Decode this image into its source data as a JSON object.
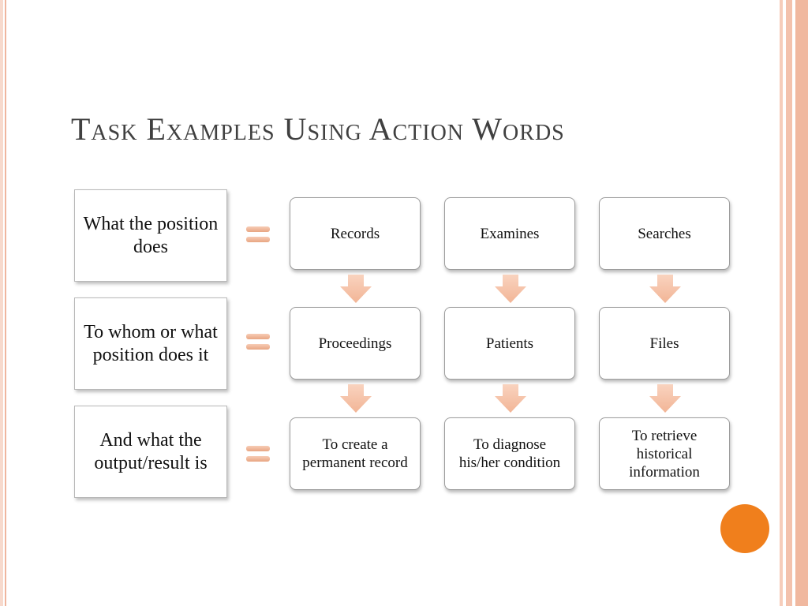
{
  "slide": {
    "title": "Task Examples Using Action Words"
  },
  "rows": [
    {
      "label": "What the position does",
      "items": [
        "Records",
        "Examines",
        "Searches"
      ]
    },
    {
      "label": "To whom or what position does it",
      "items": [
        "Proceedings",
        "Patients",
        "Files"
      ]
    },
    {
      "label": "And what the output/result is",
      "items": [
        "To create a permanent record",
        "To diagnose his/her condition",
        "To retrieve historical information"
      ]
    }
  ],
  "colors": {
    "accent": "#f07f1c",
    "arrow": "#f5c0a4",
    "equals": "#e8a582",
    "border": "#f0b89f"
  }
}
